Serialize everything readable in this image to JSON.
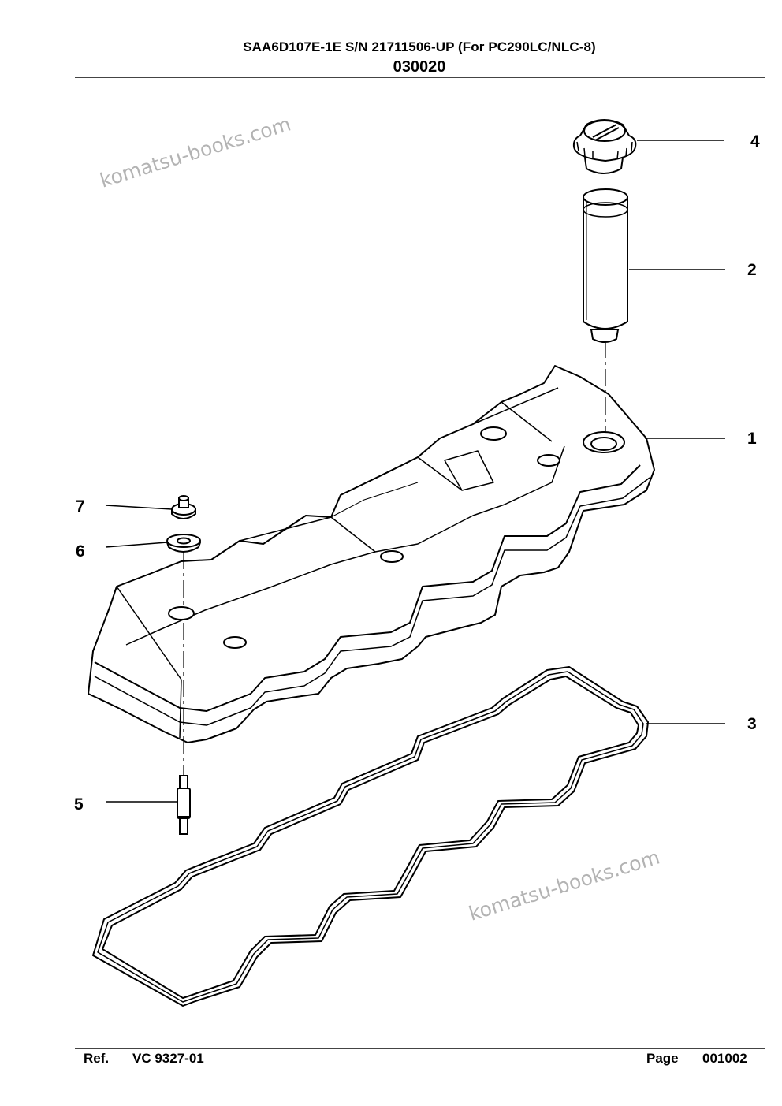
{
  "header": {
    "title": "SAA6D107E-1E S/N 21711506-UP (For PC290LC/NLC-8)",
    "code": "030020"
  },
  "footer": {
    "ref_label": "Ref.",
    "ref_value": "VC 9327-01",
    "page_label": "Page",
    "page_value": "001002"
  },
  "callouts": [
    "1",
    "2",
    "3",
    "4",
    "5",
    "6",
    "7"
  ],
  "watermark": "komatsu-books.com",
  "colors": {
    "line": "#000000",
    "watermark": "#9a9a9a",
    "background": "#ffffff"
  }
}
